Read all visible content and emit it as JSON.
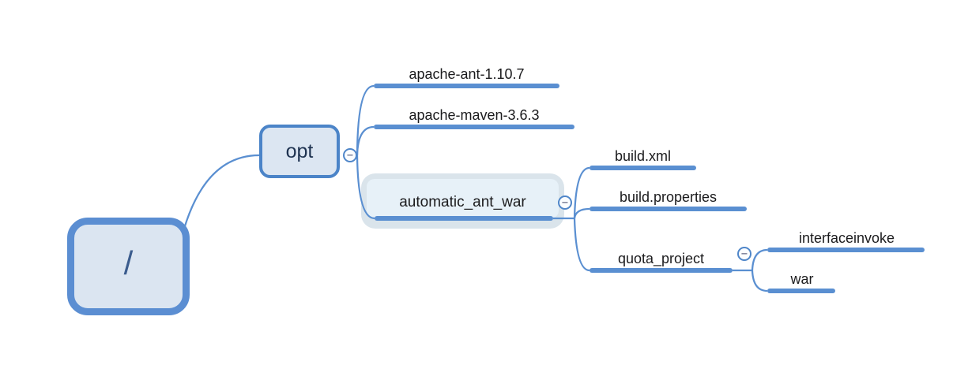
{
  "ui": {
    "collapse_glyph": "−",
    "background": "#ffffff"
  },
  "colors": {
    "branch_blue": "#5A8FD1",
    "root_border_blue": "#5B8ED2",
    "node_border_blue": "#4B84C8",
    "node_fill_light_blue": "#DCE6F2",
    "selected_node_fill": "#E7F1F8",
    "selection_halo": "#A8BED0",
    "node_text_navy": "#1E3250",
    "root_slash_blue": "#3B5C8E",
    "leaf_text": "#1B1B1D",
    "collapse_minus_gray": "#83879E"
  },
  "mindmap": {
    "root": {
      "label": "/",
      "children": [
        {
          "label": "opt",
          "collapsed": false,
          "children": [
            {
              "label": "apache-ant-1.10.7"
            },
            {
              "label": "apache-maven-3.6.3"
            },
            {
              "label": "automatic_ant_war",
              "selected": true,
              "collapsed": false,
              "children": [
                {
                  "label": "build.xml"
                },
                {
                  "label": "build.properties"
                },
                {
                  "label": "quota_project",
                  "collapsed": false,
                  "children": [
                    {
                      "label": "interfaceinvoke"
                    },
                    {
                      "label": "war"
                    }
                  ]
                }
              ]
            }
          ]
        }
      ]
    }
  }
}
